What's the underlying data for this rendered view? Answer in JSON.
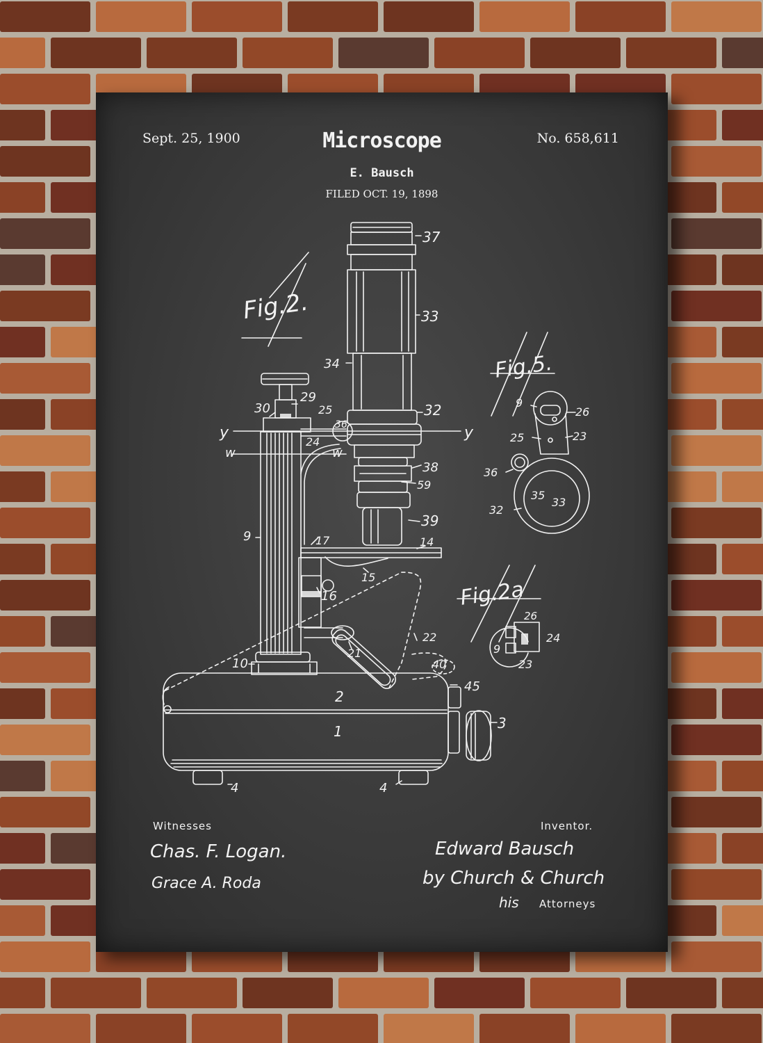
{
  "poster": {
    "date": "Sept. 25, 1900",
    "title": "Microscope",
    "patent_no": "No. 658,611",
    "inventor": "E. Bausch",
    "filed": "FILED OCT. 19, 1898",
    "witnesses_label": "Witnesses",
    "inventor_label": "Inventor.",
    "attorneys_label": "Attorneys"
  },
  "figures": {
    "fig2": "Fig.2.",
    "fig5": "Fig.5.",
    "fig2a": "Fig.2a"
  },
  "signatures": {
    "witness_1": "Chas. F. Logan.",
    "witness_2": "Grace A. Roda",
    "inventor": "Edward Bausch",
    "attorney": "by Church & Church",
    "his": "his"
  },
  "part_labels": {
    "l37": "37",
    "l33": "33",
    "l34": "34",
    "l32": "32",
    "l38": "38",
    "l59": "59",
    "l39": "39",
    "l30": "30",
    "l29": "29",
    "l25": "25",
    "l36": "36",
    "l24": "24",
    "l9": "9",
    "l17": "17",
    "l14": "14",
    "l15": "15",
    "l16": "16",
    "l22": "22",
    "l21": "21",
    "l10": "10",
    "l40": "40",
    "l45": "45",
    "l2": "2",
    "l1": "1",
    "l3": "3",
    "l4a": "4",
    "l4b": "4",
    "y1": "y",
    "y2": "y",
    "w1": "w",
    "w2": "w",
    "f5_9": "9",
    "f5_26": "26",
    "f5_25": "25",
    "f5_23": "23",
    "f5_36": "36",
    "f5_35": "35",
    "f5_33": "33",
    "f5_32": "32",
    "f2a_26": "26",
    "f2a_24": "24",
    "f2a_9": "9",
    "f2a_23": "23"
  },
  "colors": {
    "chalkboard": "#3a3a3a",
    "chalk": "#f2f2f2",
    "brick": "#8a4226",
    "mortar": "#b8aea0"
  }
}
